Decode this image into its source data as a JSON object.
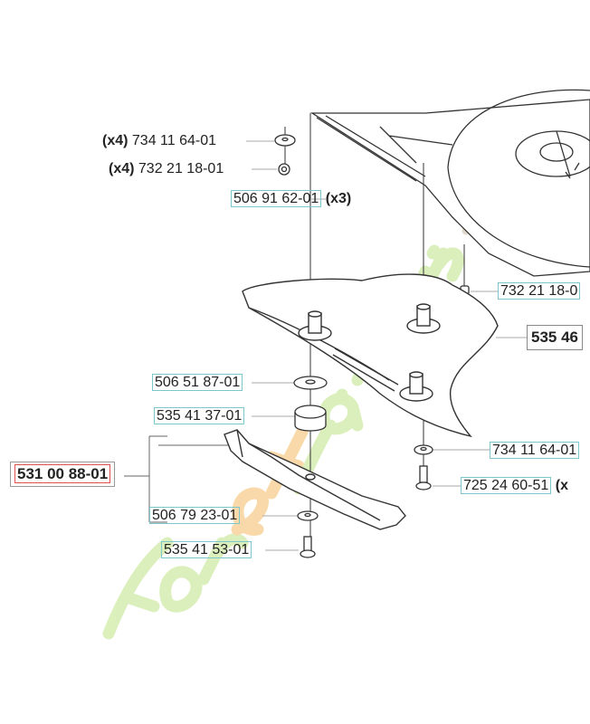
{
  "parts": [
    {
      "id": "nut-washer-top",
      "qty": "(x4)",
      "number": "734 11 64-01"
    },
    {
      "id": "nut-top",
      "qty": "(x4)",
      "number": "732 21 18-01"
    },
    {
      "id": "spindle-bolt",
      "number": "506 91 62-01",
      "qty": "(x3)"
    },
    {
      "id": "nut-right",
      "number": "732 21 18-0"
    },
    {
      "id": "blade-holder",
      "number": "535 46"
    },
    {
      "id": "washer-cup",
      "number": "506 51 87-01"
    },
    {
      "id": "spacer",
      "number": "535 41 37-01"
    },
    {
      "id": "blade-kit",
      "number": "531 00 88-01"
    },
    {
      "id": "washer-right",
      "number": "734 11 64-01"
    },
    {
      "id": "bolt-right",
      "number": "725 24 60-51",
      "qty": "(x"
    },
    {
      "id": "blade-washer",
      "number": "506 79 23-01"
    },
    {
      "id": "blade-bolt",
      "number": "535 41 53-01"
    }
  ],
  "watermark": "foretjardin.com",
  "colors": {
    "label_border": "#7cc7cc",
    "kit_border": "#e05050",
    "watermark_green": "#c9e89a",
    "watermark_orange": "#f5c27a"
  }
}
